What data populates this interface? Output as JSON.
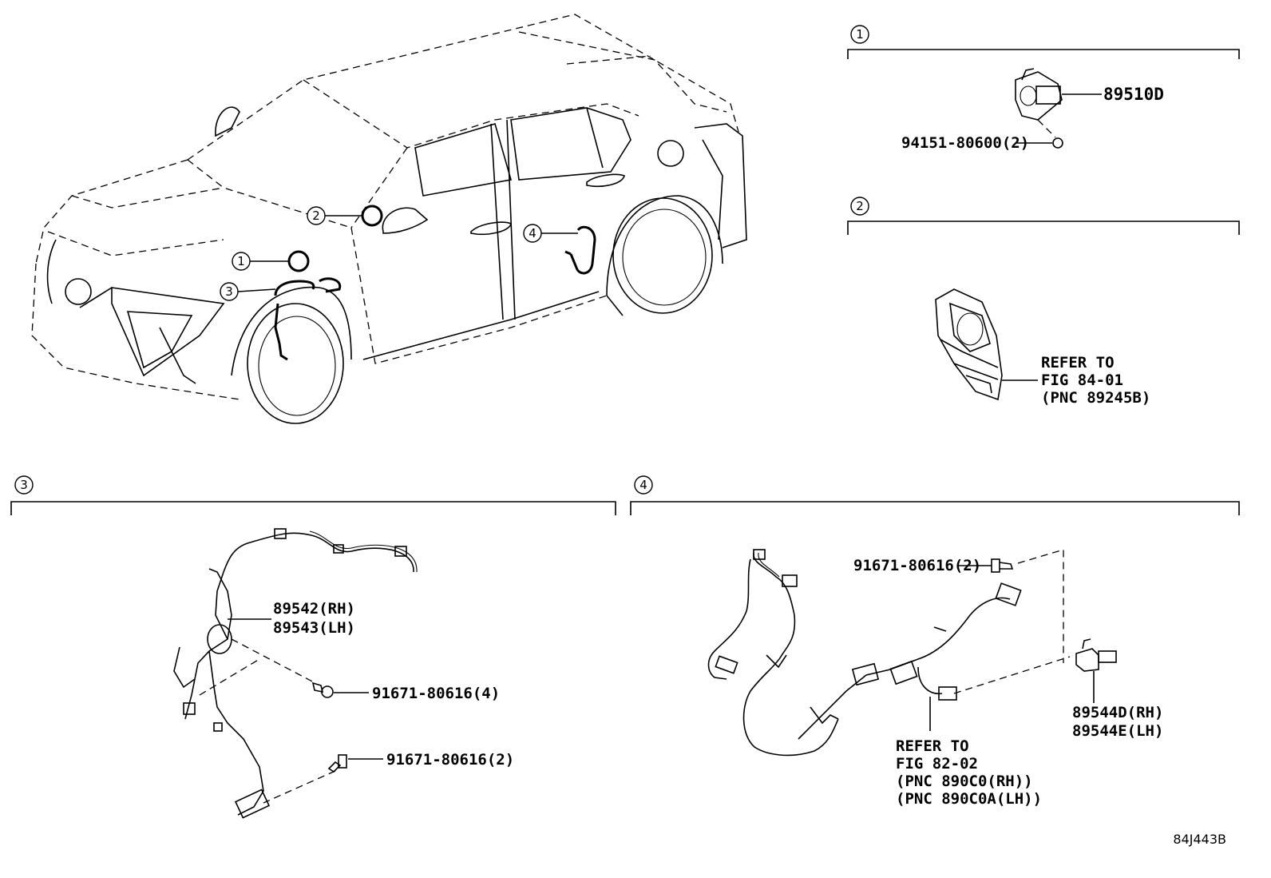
{
  "callouts": {
    "c1": "1",
    "c2": "2",
    "c3": "3",
    "c4": "4"
  },
  "section1": {
    "marker": "1",
    "part_sensor": "89510D",
    "part_nut": "94151-80600(2)"
  },
  "section2": {
    "marker": "2",
    "refer_line1": "REFER TO",
    "refer_line2": "FIG 84-01",
    "refer_line3": "(PNC 89245B)"
  },
  "section3": {
    "marker": "3",
    "part_rh": "89542(RH)",
    "part_lh": "89543(LH)",
    "bolt_a": "91671-80616(4)",
    "bolt_b": "91671-80616(2)"
  },
  "section4": {
    "marker": "4",
    "bolt": "91671-80616(2)",
    "part_rh": "89544D(RH)",
    "part_lh": "89544E(LH)",
    "refer_line1": "REFER TO",
    "refer_line2": "FIG 82-02",
    "refer_line3": "(PNC 890C0(RH))",
    "refer_line4": "(PNC 890C0A(LH))"
  },
  "figure_code": "84J443B"
}
